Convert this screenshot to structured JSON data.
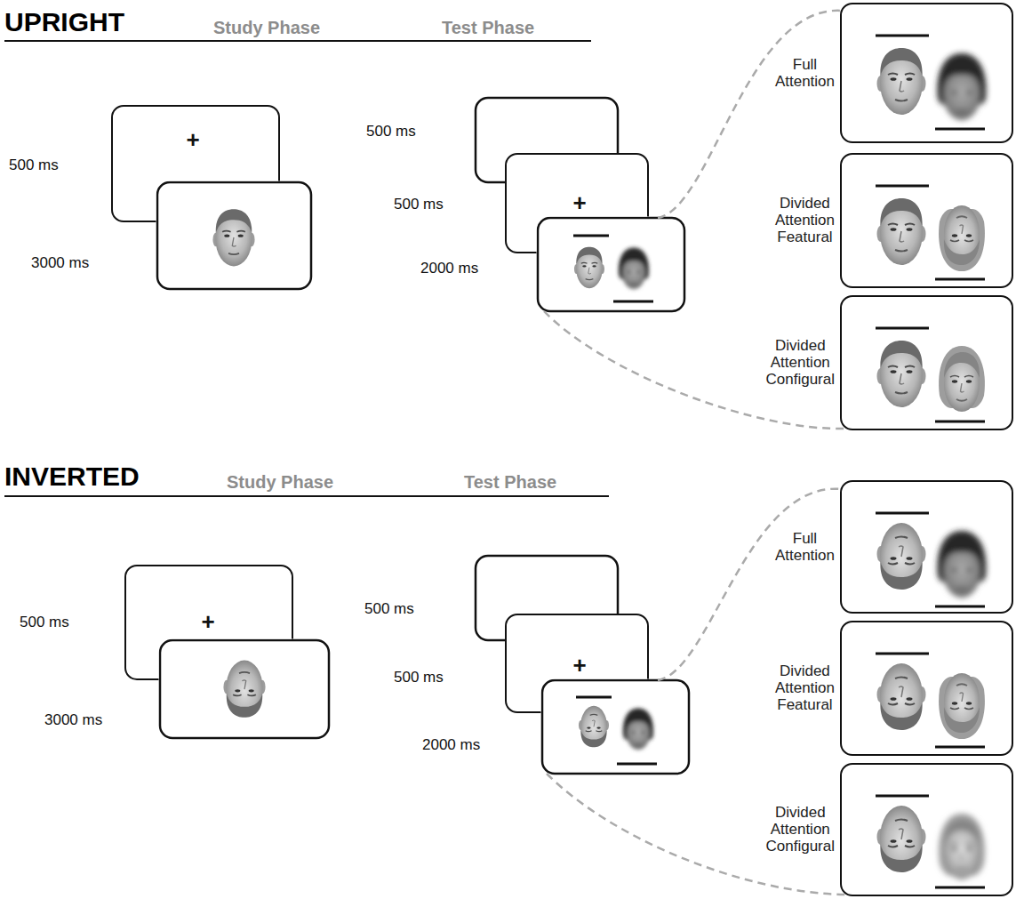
{
  "diagram": {
    "nodes": [
      {
        "text": [
          "+"
        ]
      },
      {
        "text": [
          "+"
        ]
      },
      {
        "text": [
          "Full Attention"
        ]
      },
      {
        "text": [
          "Divided Attention Featural"
        ]
      },
      {
        "text": [
          "Divided Attention Configural"
        ]
      },
      {
        "text": [
          "+"
        ]
      },
      {
        "text": [
          "+"
        ]
      },
      {
        "text": [
          "Full Attention"
        ]
      },
      {
        "text": [
          "Divided Attention Featural"
        ]
      },
      {
        "text": [
          "Divided Attention Configural"
        ]
      }
    ],
    "labels": [
      "UPRIGHT",
      "Study Phase",
      "Test Phase",
      "500 ms",
      "3000 ms",
      "500 ms",
      "500 ms",
      "2000 ms",
      "INVERTED",
      "Study Phase",
      "Test Phase",
      "500 ms",
      "3000 ms",
      "500 ms",
      "500 ms",
      "2000 ms"
    ]
  }
}
